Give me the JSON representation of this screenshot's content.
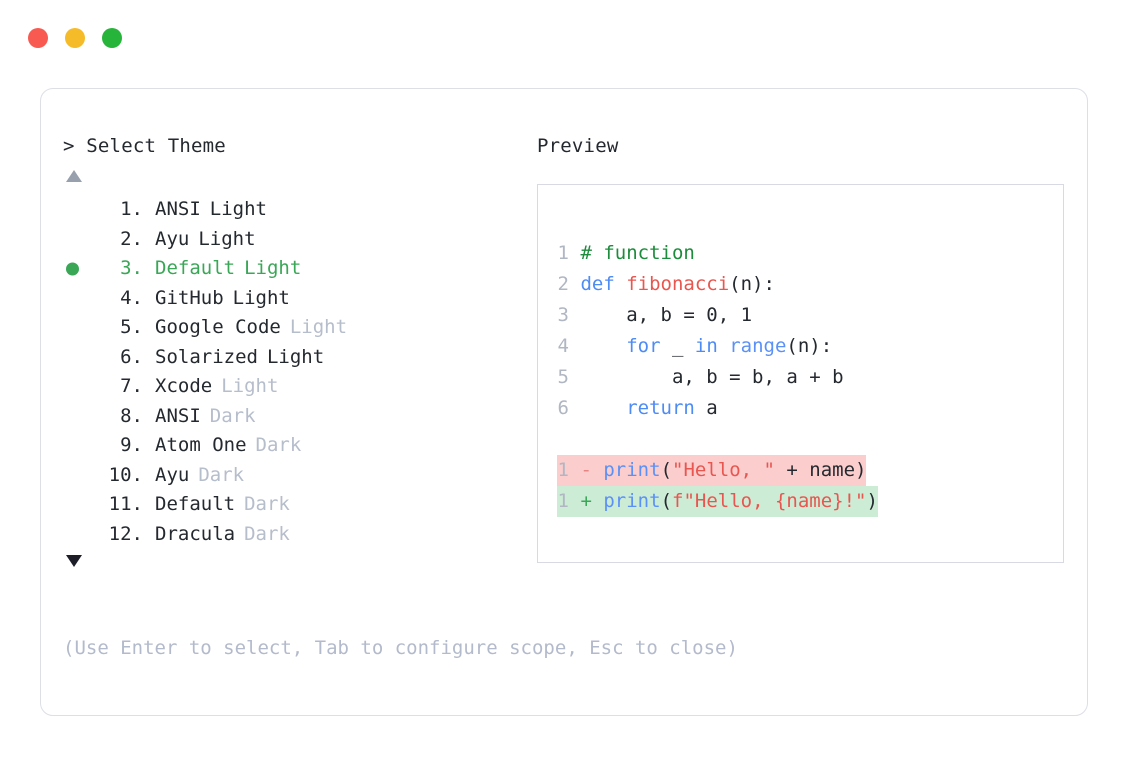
{
  "window": {
    "dots": [
      {
        "name": "close-dot",
        "color": "#f85a52"
      },
      {
        "name": "minimize-dot",
        "color": "#f6bb28"
      },
      {
        "name": "maximize-dot",
        "color": "#27b43a"
      }
    ]
  },
  "selector": {
    "prompt": "> Select Theme",
    "scroll_up_icon": "triangle-up-icon",
    "scroll_down_icon": "triangle-down-icon",
    "selected_index": 3,
    "selected_marker": "bullet-icon",
    "items": [
      {
        "num": "1.",
        "name": "ANSI",
        "suffix": "Light",
        "suffix_muted": false,
        "selected": false
      },
      {
        "num": "2.",
        "name": "Ayu",
        "suffix": "Light",
        "suffix_muted": false,
        "selected": false
      },
      {
        "num": "3.",
        "name": "Default",
        "suffix": "Light",
        "suffix_muted": false,
        "selected": true
      },
      {
        "num": "4.",
        "name": "GitHub",
        "suffix": "Light",
        "suffix_muted": false,
        "selected": false
      },
      {
        "num": "5.",
        "name": "Google Code",
        "suffix": "Light",
        "suffix_muted": true,
        "selected": false
      },
      {
        "num": "6.",
        "name": "Solarized",
        "suffix": "Light",
        "suffix_muted": false,
        "selected": false
      },
      {
        "num": "7.",
        "name": "Xcode",
        "suffix": "Light",
        "suffix_muted": true,
        "selected": false
      },
      {
        "num": "8.",
        "name": "ANSI",
        "suffix": "Dark",
        "suffix_muted": true,
        "selected": false
      },
      {
        "num": "9.",
        "name": "Atom One",
        "suffix": "Dark",
        "suffix_muted": true,
        "selected": false
      },
      {
        "num": "10.",
        "name": "Ayu",
        "suffix": "Dark",
        "suffix_muted": true,
        "selected": false
      },
      {
        "num": "11.",
        "name": "Default",
        "suffix": "Dark",
        "suffix_muted": true,
        "selected": false
      },
      {
        "num": "12.",
        "name": "Dracula",
        "suffix": "Dark",
        "suffix_muted": true,
        "selected": false
      }
    ]
  },
  "preview": {
    "title": "Preview",
    "code_lines": [
      {
        "ln": "1",
        "tokens": [
          {
            "t": "# function",
            "c": "comment"
          }
        ]
      },
      {
        "ln": "2",
        "tokens": [
          {
            "t": "def ",
            "c": "key"
          },
          {
            "t": "fibonacci",
            "c": "fn"
          },
          {
            "t": "(n):",
            "c": "plain"
          }
        ]
      },
      {
        "ln": "3",
        "tokens": [
          {
            "t": "    a, b = 0, 1",
            "c": "plain"
          }
        ]
      },
      {
        "ln": "4",
        "tokens": [
          {
            "t": "    ",
            "c": "plain"
          },
          {
            "t": "for",
            "c": "key"
          },
          {
            "t": " _ ",
            "c": "plain"
          },
          {
            "t": "in",
            "c": "key"
          },
          {
            "t": " ",
            "c": "plain"
          },
          {
            "t": "range",
            "c": "call"
          },
          {
            "t": "(n):",
            "c": "plain"
          }
        ]
      },
      {
        "ln": "5",
        "tokens": [
          {
            "t": "        a, b = b, a + b",
            "c": "plain"
          }
        ]
      },
      {
        "ln": "6",
        "tokens": [
          {
            "t": "    ",
            "c": "plain"
          },
          {
            "t": "return",
            "c": "key"
          },
          {
            "t": " a",
            "c": "plain"
          }
        ]
      }
    ],
    "diff_lines": [
      {
        "ln": "1",
        "kind": "del",
        "sign": "-",
        "tokens": [
          {
            "t": "print",
            "c": "call"
          },
          {
            "t": "(",
            "c": "plain"
          },
          {
            "t": "\"Hello, \"",
            "c": "str"
          },
          {
            "t": " + name)",
            "c": "plain"
          }
        ]
      },
      {
        "ln": "1",
        "kind": "add",
        "sign": "+",
        "tokens": [
          {
            "t": "print",
            "c": "call"
          },
          {
            "t": "(",
            "c": "plain"
          },
          {
            "t": "f\"Hello, {name}!\"",
            "c": "str"
          },
          {
            "t": ")",
            "c": "plain"
          }
        ]
      }
    ]
  },
  "hint": "(Use Enter to select, Tab to configure scope, Esc to close)"
}
